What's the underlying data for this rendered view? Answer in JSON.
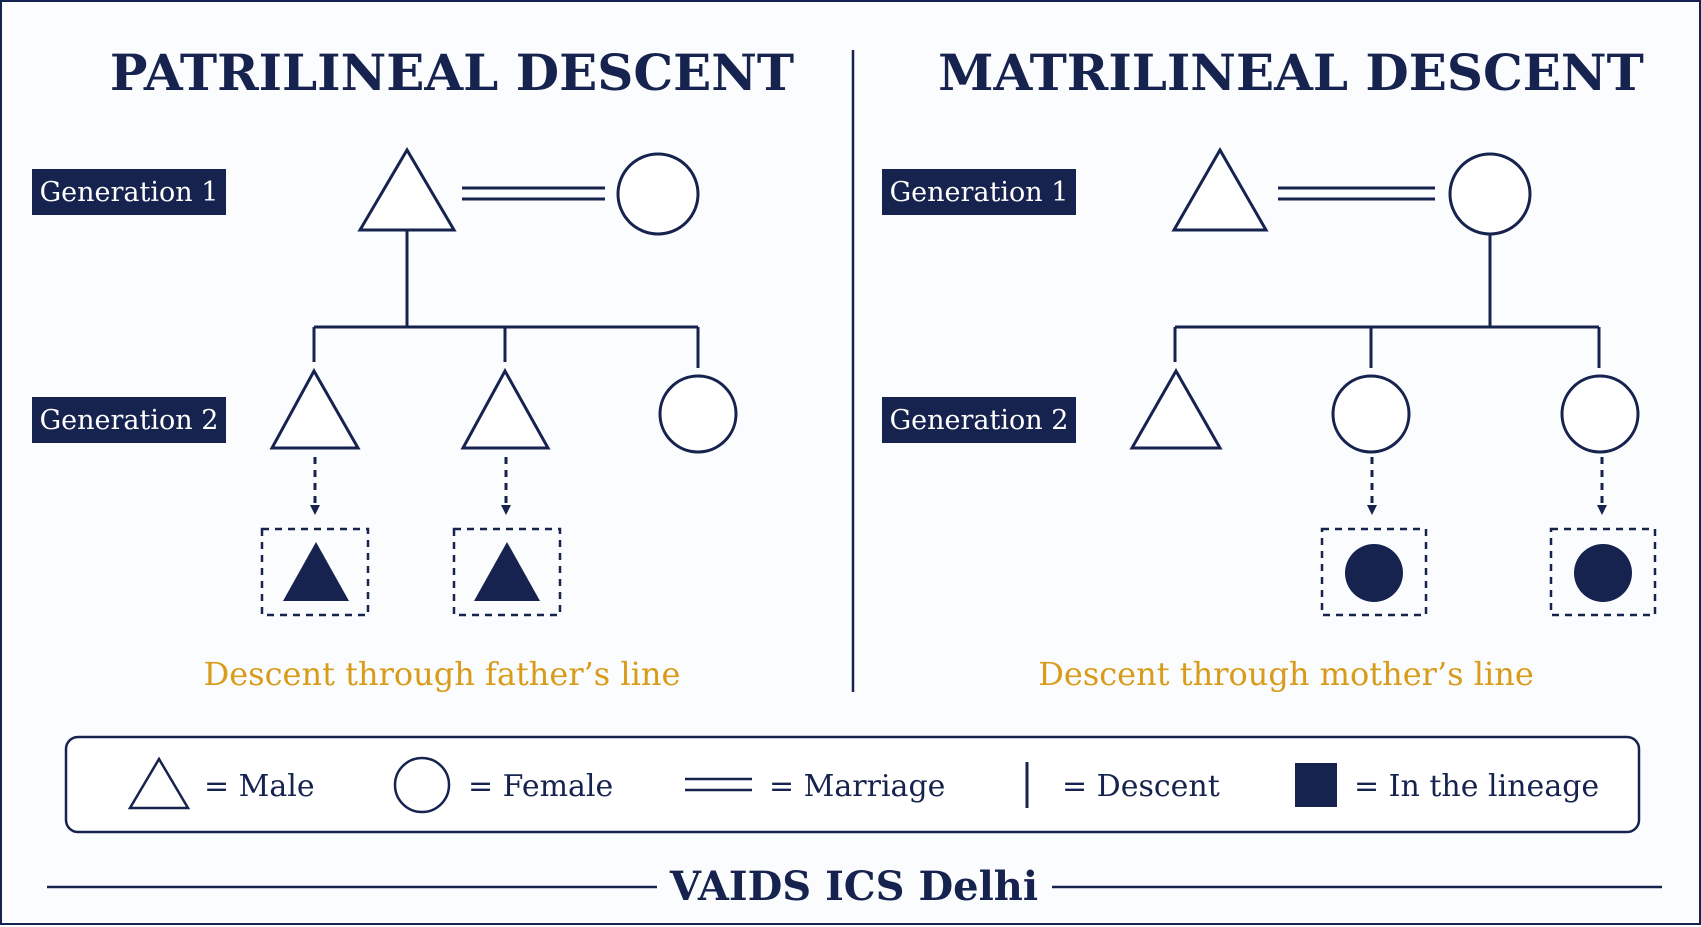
{
  "colors": {
    "navy": "#17234f",
    "gold": "#d89b1a",
    "background": "#fbfcfe"
  },
  "patrilineal": {
    "title": "PATRILINEAL DESCENT",
    "gen1_label": "Generation 1",
    "gen2_label": "Generation 2",
    "caption": "Descent through father’s line"
  },
  "matrilineal": {
    "title": "MATRILINEAL DESCENT",
    "gen1_label": "Generation 1",
    "gen2_label": "Generation 2",
    "caption": "Descent through mother’s line"
  },
  "legend": {
    "items": [
      {
        "icon": "triangle-icon",
        "label": "= Male"
      },
      {
        "icon": "circle-icon",
        "label": "= Female"
      },
      {
        "icon": "double-line-icon",
        "label": "= Marriage"
      },
      {
        "icon": "vertical-line-icon",
        "label": "= Descent"
      },
      {
        "icon": "filled-square-icon",
        "label": "= In the lineage"
      }
    ]
  },
  "footer": {
    "text": "VAIDS ICS Delhi"
  }
}
